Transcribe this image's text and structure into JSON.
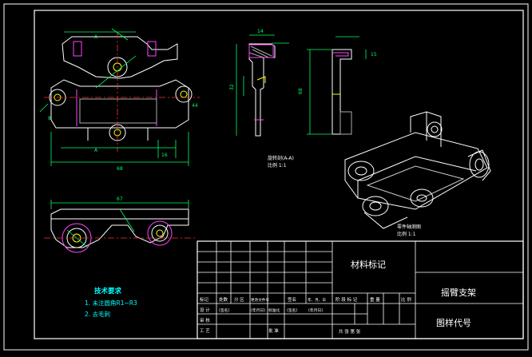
{
  "drawing": {
    "dims": {
      "front_width": "68",
      "front_height": "44",
      "rib": "8",
      "pad": "16",
      "bottom_width": "67",
      "profile_top": "14",
      "profile_height": "68",
      "profile_gap": "32",
      "profile_side": "15"
    },
    "section_label": "A",
    "section_note": "旋转剖(A-A)",
    "section_scale": "比例 1:1",
    "iso_note": "零件轴测图",
    "iso_scale": "比例 1:1",
    "tech_title": "技术要求",
    "tech_items": [
      "1. 未注圆角R1~R3",
      "2. 去毛刺"
    ]
  },
  "title_block": {
    "material": "材料标记",
    "part_name": "摇臂支架",
    "drawing_code": "图样代号",
    "row_headers": [
      "标记",
      "处数",
      "分 区",
      "更改文件号",
      "签名",
      "年、月、日"
    ],
    "design_row": [
      "设 计",
      "(签名)",
      "(年月日)",
      "标准化",
      "(签名)",
      "(年月日)"
    ],
    "stage_headers": [
      "阶 段 标 记",
      "重 量",
      "比 例"
    ],
    "review": "审 核",
    "process": "工 艺",
    "approve": "批 准",
    "sheets": "共    张    第    张"
  }
}
